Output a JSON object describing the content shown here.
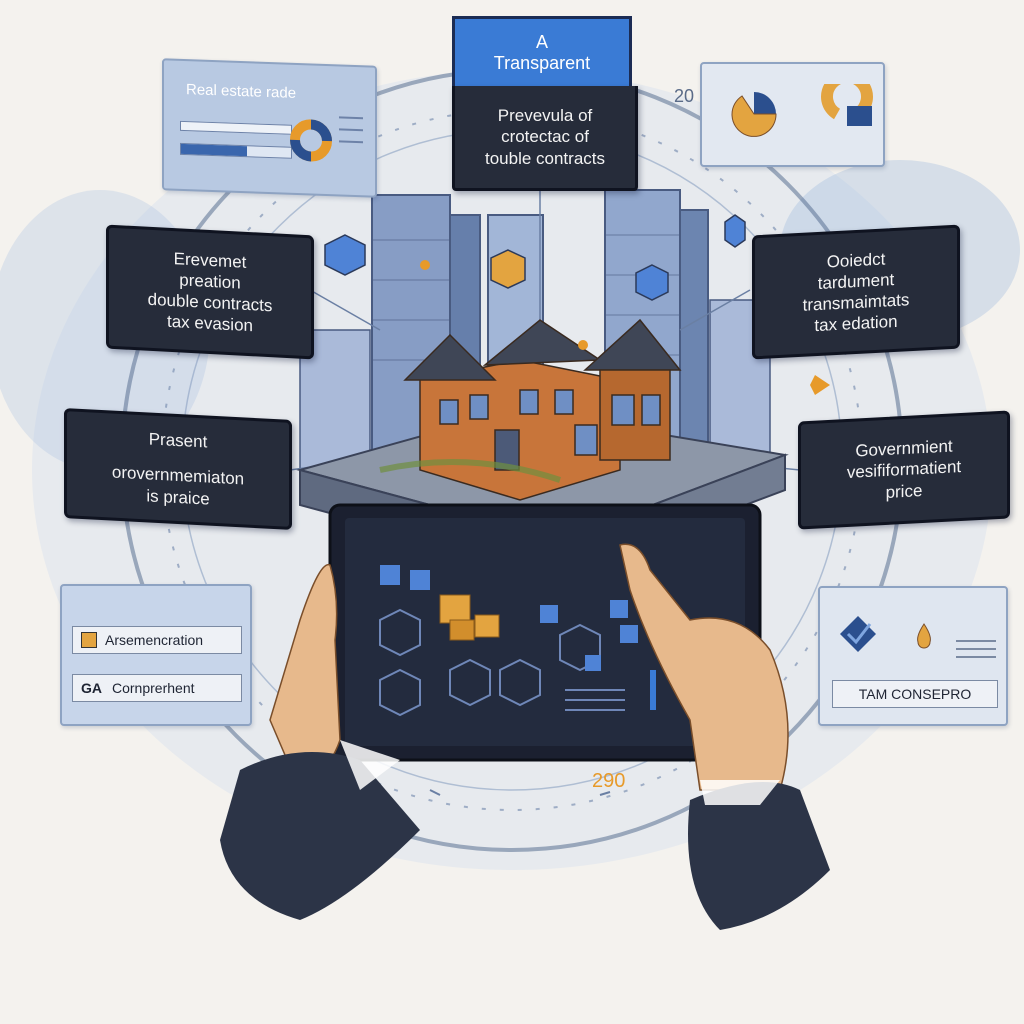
{
  "top_card": {
    "header_line1": "A",
    "header_line2": "Transparent",
    "body_line1": "Prevevula of",
    "body_line2": "crotectac of",
    "body_line3": "touble contracts"
  },
  "left_card_1": {
    "line1": "Erevemet",
    "line2": "preation",
    "line3": "double contracts",
    "line4": "tax evasion"
  },
  "left_card_2": {
    "line1": "Prasent",
    "line2": "orovernmemiaton",
    "line3": "is praice"
  },
  "right_card_1": {
    "line1": "Ooiedct",
    "line2": "tardument",
    "line3": "transmaimtats",
    "line4": "tax edation"
  },
  "right_card_2": {
    "line1": "Governmient",
    "line2": "vesififormatient",
    "line3": "price"
  },
  "top_left_panel": {
    "title": "Real estate rade"
  },
  "bottom_left_panel": {
    "row1": "Arsemencration",
    "row1_prefix": "",
    "row2": "Cornprerhent",
    "row2_prefix": "GA"
  },
  "bottom_right_panel": {
    "label": "TAM CONSEPRO"
  },
  "numbers": {
    "top_right": "20",
    "bottom_center": "290"
  },
  "colors": {
    "dark_card": "#262c3a",
    "accent_blue": "#3a7bd5",
    "accent_orange": "#e79a2a",
    "panel_blue": "#b8c9e2"
  }
}
